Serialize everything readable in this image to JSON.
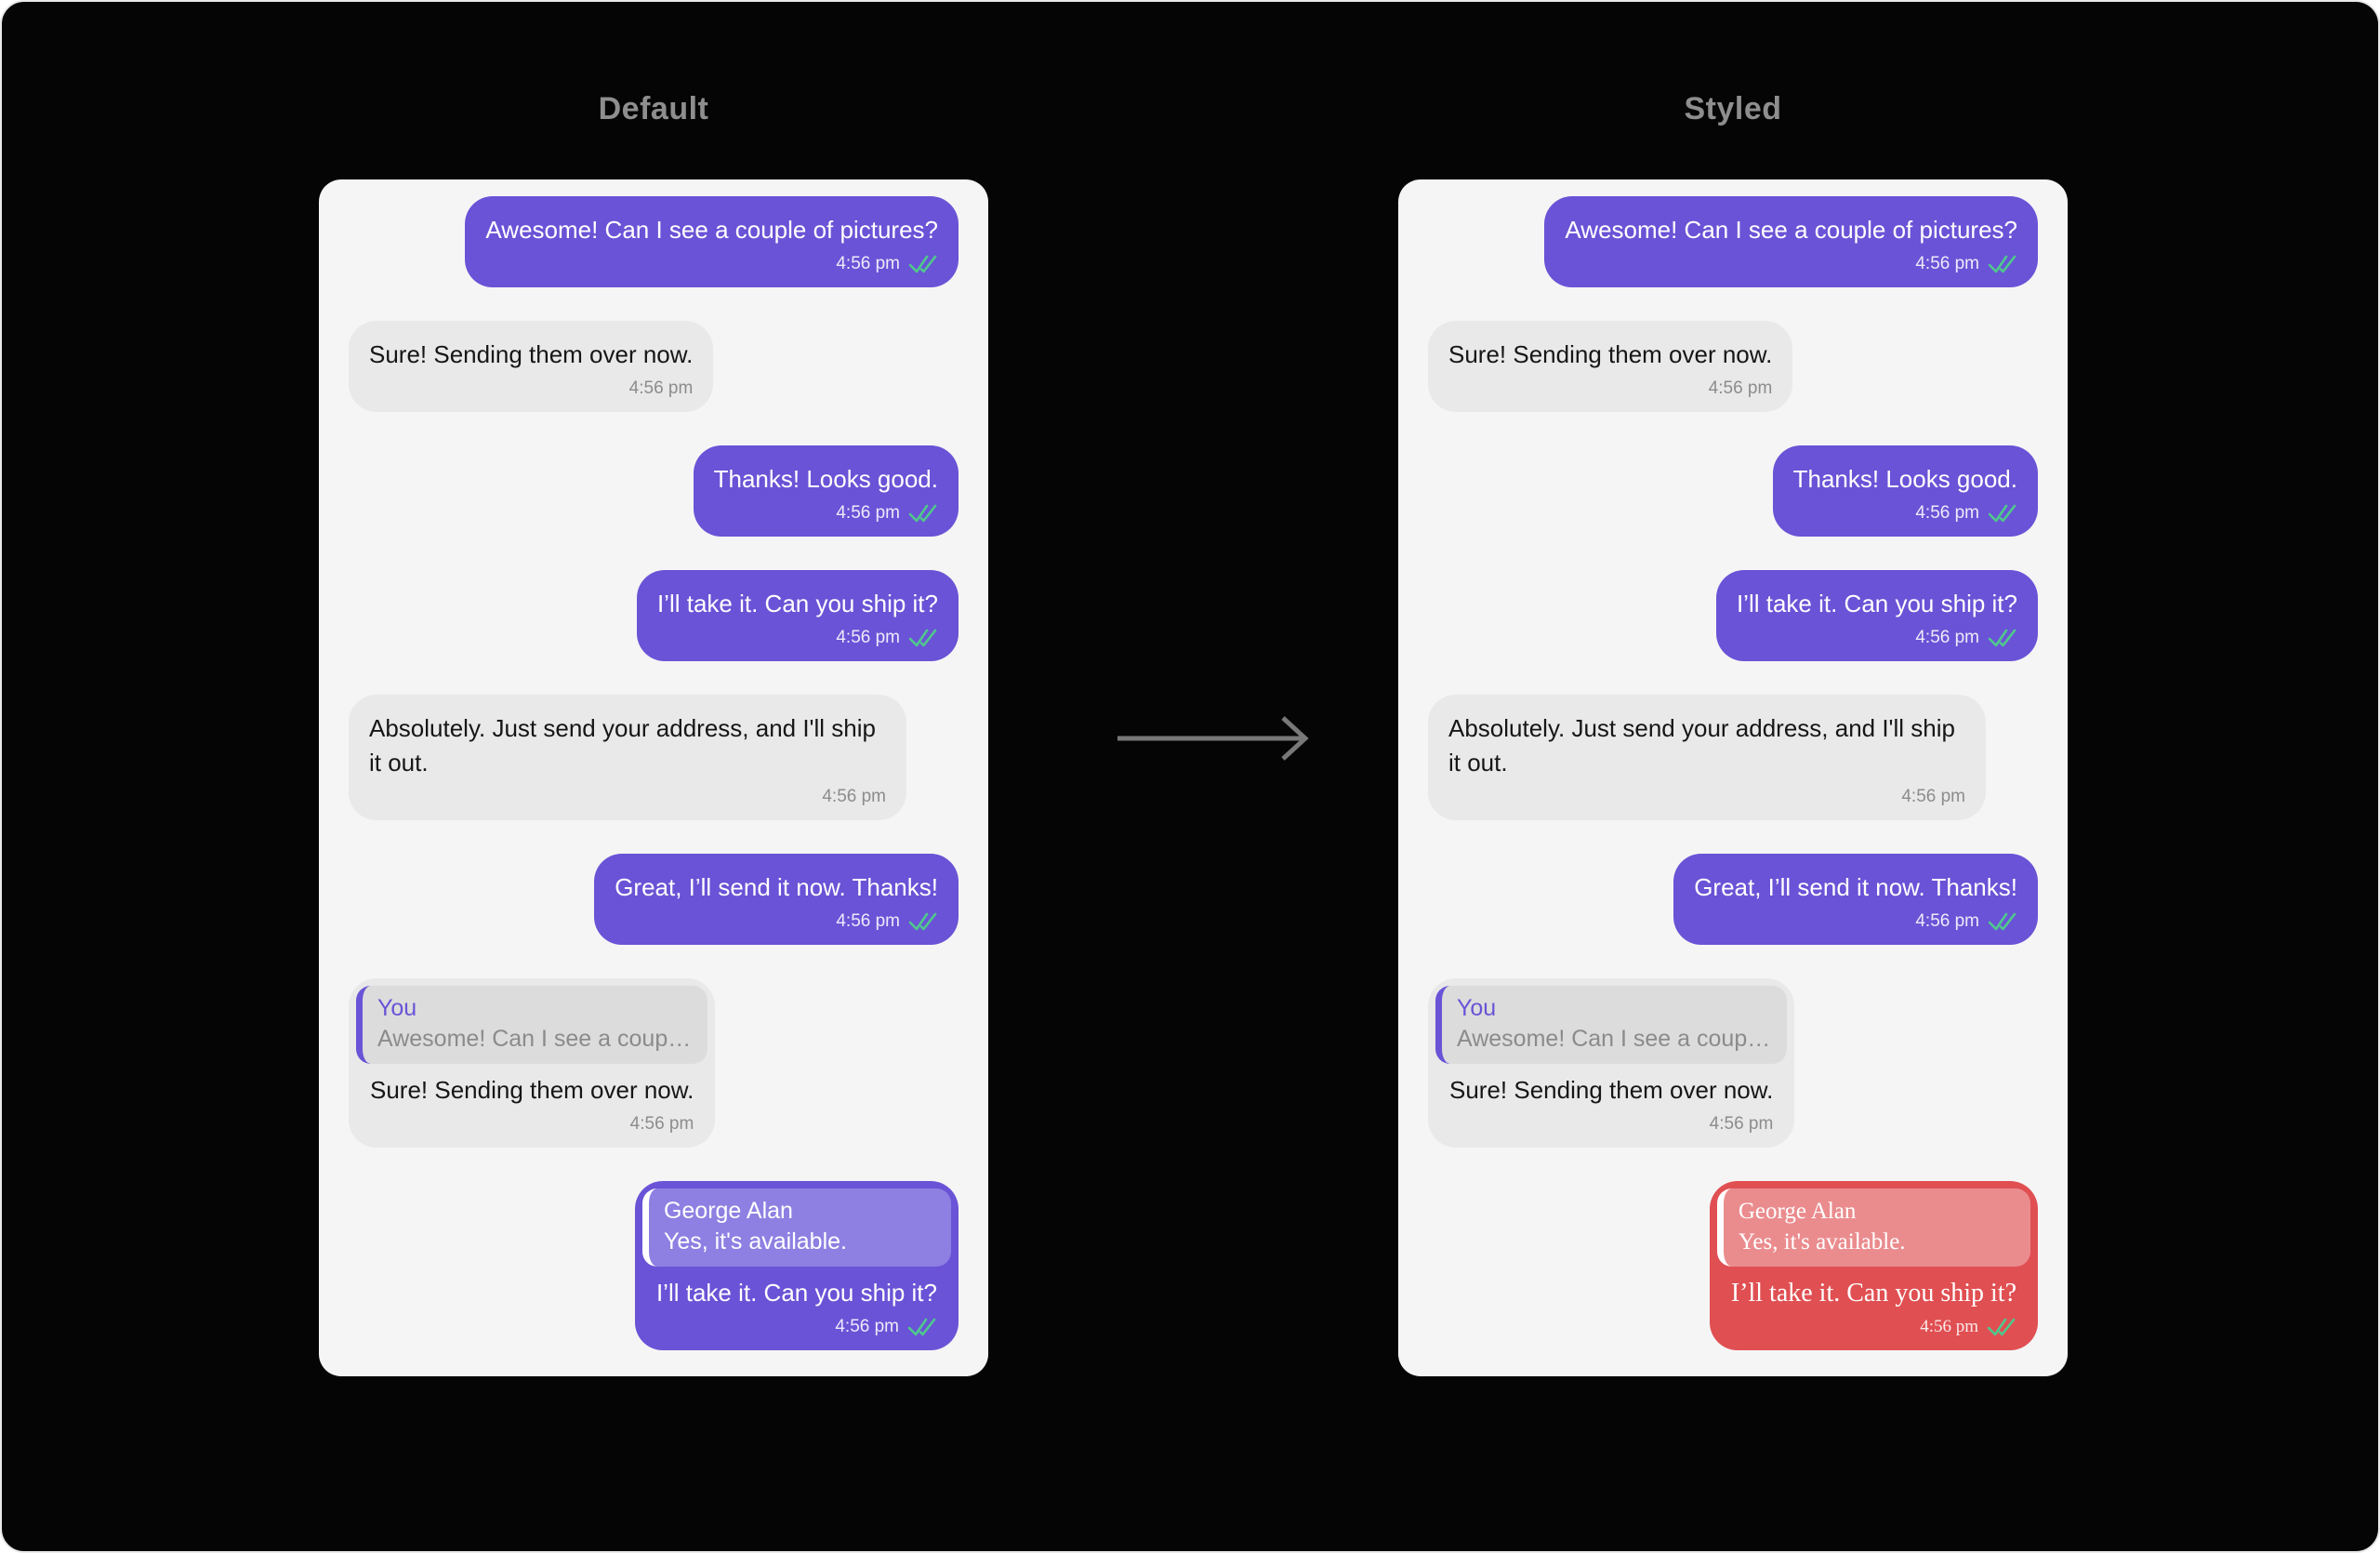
{
  "titles": {
    "left": "Default",
    "right": "Styled"
  },
  "icons": {
    "read_receipt": "double-check",
    "arrow": "right-arrow"
  },
  "colors": {
    "page_bg": "#050505",
    "panel_bg": "#f5f5f5",
    "outgoing_bubble": "#6a53d6",
    "outgoing_quote_bg": "#8d80e2",
    "incoming_bubble": "#e9e9e9",
    "incoming_quote_bg": "#dcdcdc",
    "styled_bubble": "#e04f52",
    "styled_quote_bg": "#ea8c8e",
    "accent_purple": "#6a53d6",
    "check_green": "#4fc88d",
    "title_gray": "#8e8e8e",
    "arrow_gray": "#787878"
  },
  "panels": [
    {
      "title": "Default",
      "messages": [
        {
          "direction": "outgoing",
          "text": "Awesome! Can I see a couple of pictures?",
          "time": "4:56 pm",
          "read_receipt": true
        },
        {
          "direction": "incoming",
          "text": "Sure! Sending them over now.",
          "time": "4:56 pm"
        },
        {
          "direction": "outgoing",
          "text": "Thanks! Looks good.",
          "time": "4:56 pm",
          "read_receipt": true
        },
        {
          "direction": "outgoing",
          "text": "I’ll take it. Can you ship it?",
          "time": "4:56 pm",
          "read_receipt": true
        },
        {
          "direction": "incoming",
          "text": "Absolutely. Just send your address, and I'll ship it out.",
          "time": "4:56 pm"
        },
        {
          "direction": "outgoing",
          "text": "Great, I’ll send it now. Thanks!",
          "time": "4:56 pm",
          "read_receipt": true
        },
        {
          "direction": "incoming",
          "reply": {
            "author": "You",
            "text": "Awesome! Can I see a couple of…"
          },
          "text": "Sure! Sending them over now.",
          "time": "4:56 pm"
        },
        {
          "direction": "outgoing",
          "reply": {
            "author": "George Alan",
            "text": "Yes, it's available."
          },
          "text": "I’ll take it. Can you ship it?",
          "time": "4:56 pm",
          "read_receipt": true
        }
      ]
    },
    {
      "title": "Styled",
      "messages": [
        {
          "direction": "outgoing",
          "text": "Awesome! Can I see a couple of pictures?",
          "time": "4:56 pm",
          "read_receipt": true
        },
        {
          "direction": "incoming",
          "text": "Sure! Sending them over now.",
          "time": "4:56 pm"
        },
        {
          "direction": "outgoing",
          "text": "Thanks! Looks good.",
          "time": "4:56 pm",
          "read_receipt": true
        },
        {
          "direction": "outgoing",
          "text": "I’ll take it. Can you ship it?",
          "time": "4:56 pm",
          "read_receipt": true
        },
        {
          "direction": "incoming",
          "text": "Absolutely. Just send your address, and I'll ship it out.",
          "time": "4:56 pm"
        },
        {
          "direction": "outgoing",
          "text": "Great, I’ll send it now. Thanks!",
          "time": "4:56 pm",
          "read_receipt": true
        },
        {
          "direction": "incoming",
          "reply": {
            "author": "You",
            "text": "Awesome! Can I see a couple of…"
          },
          "text": "Sure! Sending them over now.",
          "time": "4:56 pm"
        },
        {
          "direction": "outgoing",
          "style": "serif-red",
          "reply": {
            "author": "George Alan",
            "text": "Yes, it's available."
          },
          "text": "I’ll take it. Can you ship it?",
          "time": "4:56 pm",
          "read_receipt": true
        }
      ]
    }
  ]
}
